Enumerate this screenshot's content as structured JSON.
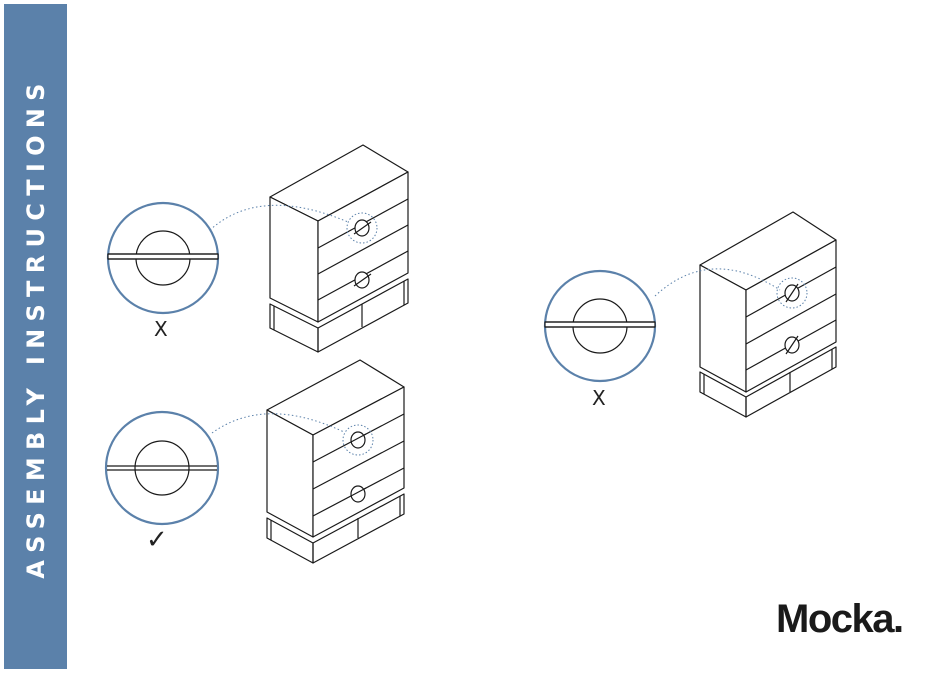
{
  "sidebar": {
    "title": "ASSEMBLY INSTRUCTIONS",
    "color": "#5b81aa"
  },
  "brand": {
    "logo_text": "Mocka."
  },
  "figures": [
    {
      "verdict": "incorrect",
      "verdict_mark": "X"
    },
    {
      "verdict": "correct",
      "verdict_mark": "✓"
    },
    {
      "verdict": "incorrect",
      "verdict_mark": "X"
    }
  ],
  "colors": {
    "detail_ring": "#5b81aa",
    "line_art": "#1a1a1a",
    "leader": "#5b81aa"
  }
}
